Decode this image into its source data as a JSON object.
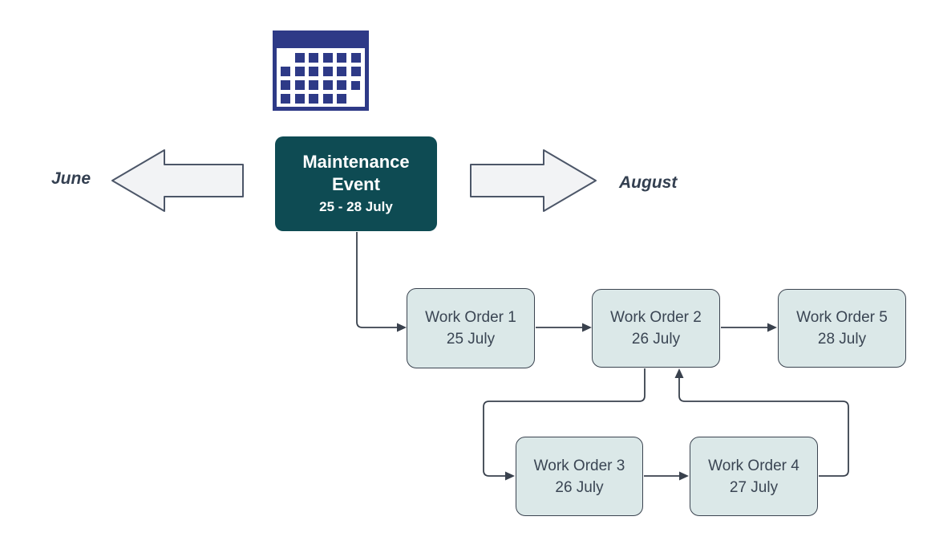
{
  "diagram": {
    "event": {
      "title": "Maintenance Event",
      "dates": "25 - 28 July"
    },
    "timeline": {
      "left_label": "June",
      "right_label": "August"
    },
    "work_orders": [
      {
        "label": "Work Order 1",
        "date": "25 July"
      },
      {
        "label": "Work Order 2",
        "date": "26 July"
      },
      {
        "label": "Work Order 3",
        "date": "26 July"
      },
      {
        "label": "Work Order 4",
        "date": "27 July"
      },
      {
        "label": "Work Order 5",
        "date": "28 July"
      }
    ],
    "connections": [
      {
        "from": "Maintenance Event",
        "to": "Work Order 1"
      },
      {
        "from": "Work Order 1",
        "to": "Work Order 2"
      },
      {
        "from": "Work Order 2",
        "to": "Work Order 5"
      },
      {
        "from": "Work Order 2",
        "to": "Work Order 3"
      },
      {
        "from": "Work Order 3",
        "to": "Work Order 4"
      },
      {
        "from": "Work Order 4",
        "to": "Work Order 2"
      }
    ],
    "icons": [
      {
        "name": "calendar-icon",
        "shape": "navy calendar with header band and grid of day squares"
      }
    ],
    "colors": {
      "calendar_navy": "#2e3a87",
      "event_teal": "#0e4b53",
      "node_fill": "#dbe8e8",
      "node_border": "#3b4450",
      "connector": "#39414d",
      "block_arrow_fill": "#f2f3f5",
      "block_arrow_border": "#4c5668",
      "month_label_text": "#333f50",
      "background": "#ffffff"
    }
  }
}
